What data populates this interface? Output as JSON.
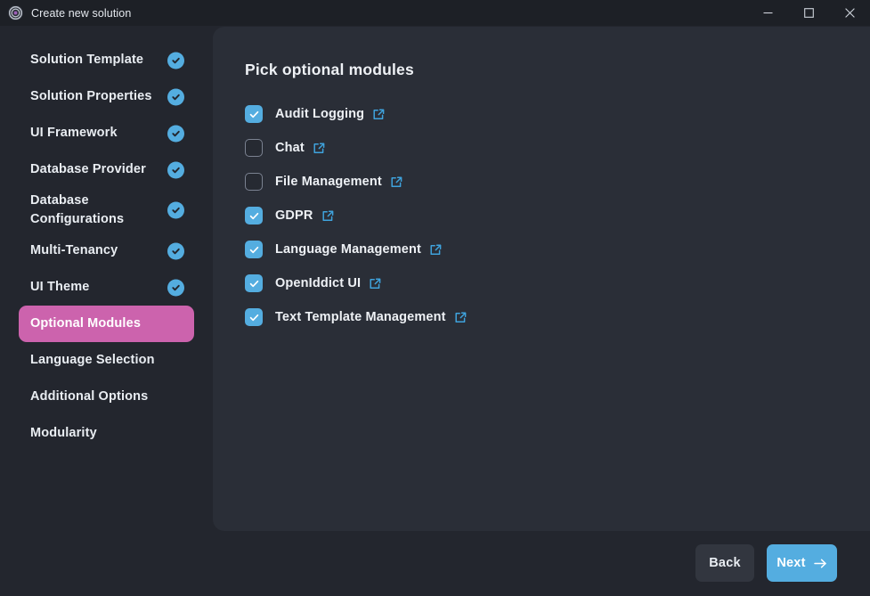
{
  "window": {
    "title": "Create new solution",
    "logo_icon": "abp-circle-logo-icon",
    "controls": [
      {
        "name": "minimize",
        "icon": "minimize-icon"
      },
      {
        "name": "maximize",
        "icon": "maximize-icon"
      },
      {
        "name": "close",
        "icon": "close-icon"
      }
    ]
  },
  "colors": {
    "titlebar_bg": "#1d2026",
    "window_bg": "#23262e",
    "panel_bg": "#2a2e37",
    "accent_blue": "#54ade0",
    "accent_pink": "#cc63ad",
    "text_primary": "#e9edf2",
    "back_button_bg": "#32363f",
    "checkbox_border": "#7b8291"
  },
  "sidebar": {
    "items": [
      {
        "label": "Solution Template",
        "completed": true,
        "active": false
      },
      {
        "label": "Solution Properties",
        "completed": true,
        "active": false
      },
      {
        "label": "UI Framework",
        "completed": true,
        "active": false
      },
      {
        "label": "Database Provider",
        "completed": true,
        "active": false
      },
      {
        "label": "Database Configurations",
        "completed": true,
        "active": false
      },
      {
        "label": "Multi-Tenancy",
        "completed": true,
        "active": false
      },
      {
        "label": "UI Theme",
        "completed": true,
        "active": false
      },
      {
        "label": "Optional Modules",
        "completed": false,
        "active": true
      },
      {
        "label": "Language Selection",
        "completed": false,
        "active": false
      },
      {
        "label": "Additional Options",
        "completed": false,
        "active": false
      },
      {
        "label": "Modularity",
        "completed": false,
        "active": false
      }
    ]
  },
  "main": {
    "title": "Pick optional modules",
    "modules": [
      {
        "label": "Audit Logging",
        "checked": true,
        "link_icon": "external-link-icon"
      },
      {
        "label": "Chat",
        "checked": false,
        "link_icon": "external-link-icon"
      },
      {
        "label": "File Management",
        "checked": false,
        "link_icon": "external-link-icon"
      },
      {
        "label": "GDPR",
        "checked": true,
        "link_icon": "external-link-icon"
      },
      {
        "label": "Language Management",
        "checked": true,
        "link_icon": "external-link-icon"
      },
      {
        "label": "OpenIddict UI",
        "checked": true,
        "link_icon": "external-link-icon"
      },
      {
        "label": "Text Template Management",
        "checked": true,
        "link_icon": "external-link-icon"
      }
    ]
  },
  "footer": {
    "back_label": "Back",
    "next_label": "Next",
    "next_icon": "arrow-right-icon"
  }
}
